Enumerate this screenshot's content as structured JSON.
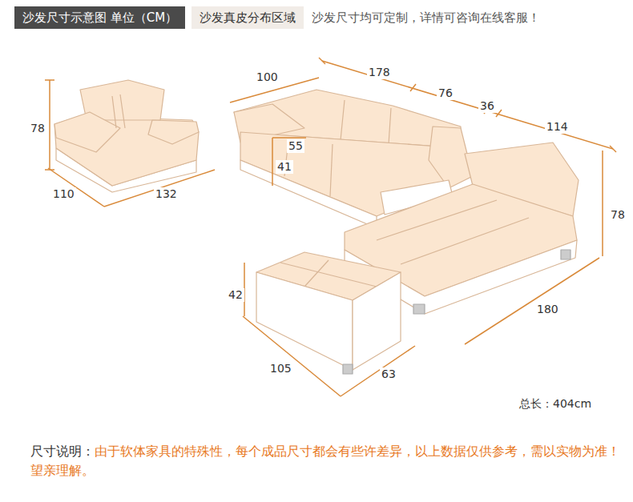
{
  "diagram": {
    "nodes": [
      {
        "text": [
          "沙发尺寸示意图 单位（CM）"
        ]
      },
      {
        "text": [
          "沙发真皮分布区域"
        ]
      }
    ],
    "labels": [
      "沙发尺寸均可定制，详情可咨询在线客服！",
      "78",
      "110",
      "132",
      "100",
      "178",
      "76",
      "36",
      "114",
      "55",
      "41",
      "78",
      "180",
      "42",
      "105",
      "63",
      "总长：404cm",
      "尺寸说明：",
      "由于软体家具的特殊性，每个成品尺寸都会有些许差异，以上数据仅供参考，需以实物为准！望亲理解。"
    ]
  }
}
